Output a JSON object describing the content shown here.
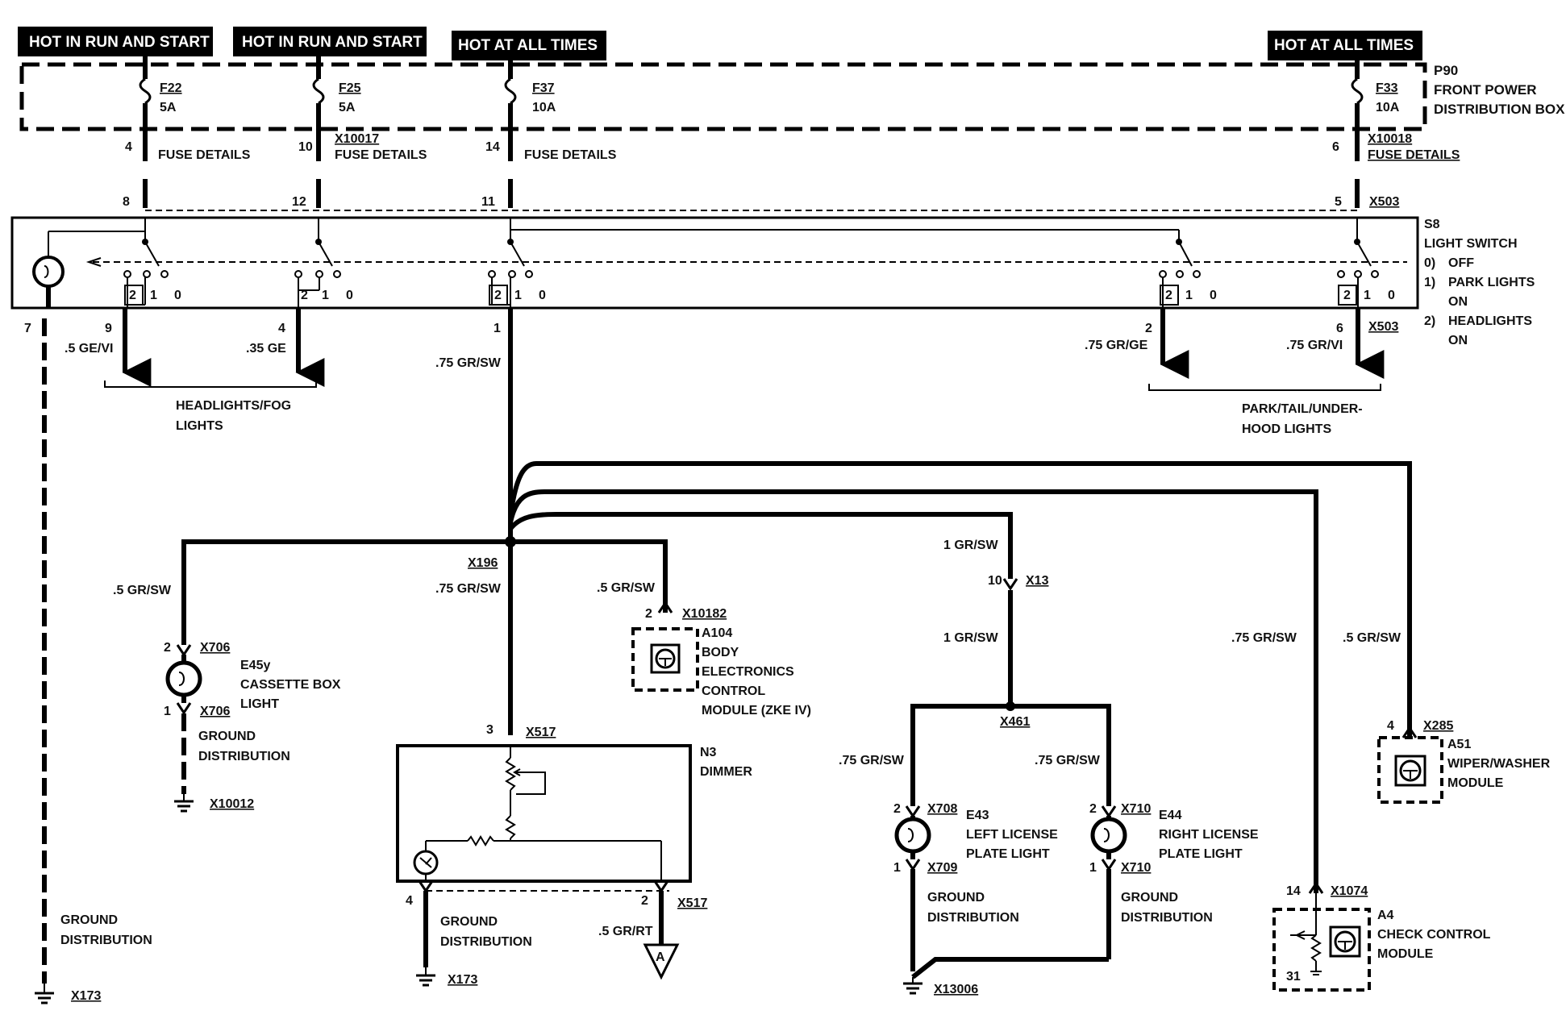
{
  "headers": [
    "HOT IN RUN AND START",
    "HOT IN RUN AND START",
    "HOT AT ALL TIMES",
    "HOT AT ALL TIMES"
  ],
  "fuse_box": {
    "id": "P90",
    "name_line1": "FRONT POWER",
    "name_line2": "DISTRIBUTION BOX",
    "fuses": [
      {
        "id": "F22",
        "rating": "5A"
      },
      {
        "id": "F25",
        "rating": "5A"
      },
      {
        "id": "F37",
        "rating": "10A"
      },
      {
        "id": "F33",
        "rating": "10A"
      }
    ]
  },
  "fuse_outputs": [
    {
      "pin": "4",
      "connector": "",
      "label": "FUSE DETAILS"
    },
    {
      "pin": "10",
      "connector": "X10017",
      "label": "FUSE DETAILS"
    },
    {
      "pin": "14",
      "connector": "",
      "label": "FUSE DETAILS"
    },
    {
      "pin": "6",
      "connector": "X10018",
      "label": "FUSE DETAILS"
    }
  ],
  "switch_inputs": [
    {
      "pin": "8"
    },
    {
      "pin": "12"
    },
    {
      "pin": "11"
    },
    {
      "pin": "5",
      "connector": "X503"
    }
  ],
  "light_switch": {
    "id": "S8",
    "name": "LIGHT SWITCH",
    "legend": [
      {
        "num": "0)",
        "text": "OFF"
      },
      {
        "num": "1)",
        "text": "PARK LIGHTS"
      },
      {
        "num": "",
        "text": "ON"
      },
      {
        "num": "2)",
        "text": "HEADLIGHTS"
      },
      {
        "num": "",
        "text": "ON"
      }
    ],
    "positions": [
      "2",
      "1",
      "0"
    ]
  },
  "switch_outputs": [
    {
      "pin": "7",
      "wire": ""
    },
    {
      "pin": "9",
      "wire": ".5 GE/VI"
    },
    {
      "pin": "4",
      "wire": ".35 GE"
    },
    {
      "pin": "1",
      "wire": ".75 GR/SW"
    },
    {
      "pin": "2",
      "wire": ".75 GR/GE"
    },
    {
      "pin": "6",
      "wire": ".75 GR/VI",
      "connector": "X503"
    }
  ],
  "groups": {
    "headlights_line1": "HEADLIGHTS/FOG",
    "headlights_line2": "LIGHTS",
    "park_line1": "PARK/TAIL/UNDER-",
    "park_line2": "HOOD LIGHTS"
  },
  "splice": {
    "id": "X196"
  },
  "branches": {
    "left_wire": ".5 GR/SW",
    "down_wire": ".75 GR/SW",
    "a104_wire": ".5 GR/SW",
    "x13_wire_top": "1 GR/SW",
    "x13_wire_bottom": "1 GR/SW",
    "x13_pin": "10",
    "x13_id": "X13",
    "a4_wire": ".75 GR/SW",
    "a51_wire": ".5 GR/SW"
  },
  "e45y": {
    "id": "E45y",
    "line1": "CASSETTE BOX",
    "line2": "LIGHT",
    "pin_top": "2",
    "conn_top": "X706",
    "pin_bot": "1",
    "conn_bot": "X706",
    "ground_line1": "GROUND",
    "ground_line2": "DISTRIBUTION",
    "ground_id": "X10012"
  },
  "a104": {
    "pin": "2",
    "connector": "X10182",
    "id": "A104",
    "line1": "BODY",
    "line2": "ELECTRONICS",
    "line3": "CONTROL",
    "line4": "MODULE (ZKE IV)"
  },
  "n3": {
    "id": "N3",
    "name": "DIMMER",
    "pin_in": "3",
    "conn_in": "X517",
    "pin_gnd": "4",
    "pin_out": "2",
    "conn_out": "X517",
    "out_wire": ".5 GR/RT",
    "out_ref": "A",
    "ground_line1": "GROUND",
    "ground_line2": "DISTRIBUTION",
    "ground_id": "X173"
  },
  "left_ground": {
    "line1": "GROUND",
    "line2": "DISTRIBUTION",
    "id": "X173"
  },
  "x461": {
    "id": "X461",
    "left_wire": ".75 GR/SW",
    "right_wire": ".75 GR/SW"
  },
  "e43": {
    "id": "E43",
    "line1": "LEFT LICENSE",
    "line2": "PLATE LIGHT",
    "pin_top": "2",
    "conn_top": "X708",
    "pin_bot": "1",
    "conn_bot": "X709",
    "ground_line1": "GROUND",
    "ground_line2": "DISTRIBUTION"
  },
  "e44": {
    "id": "E44",
    "line1": "RIGHT LICENSE",
    "line2": "PLATE LIGHT",
    "pin_top": "2",
    "conn_top": "X710",
    "pin_bot": "1",
    "conn_bot": "X710",
    "ground_line1": "GROUND",
    "ground_line2": "DISTRIBUTION"
  },
  "ground_x13006": {
    "id": "X13006"
  },
  "a4": {
    "pin": "14",
    "connector": "X1074",
    "pin_gnd": "31",
    "id": "A4",
    "line1": "CHECK CONTROL",
    "line2": "MODULE"
  },
  "a51": {
    "pin": "4",
    "connector": "X285",
    "id": "A51",
    "line1": "WIPER/WASHER",
    "line2": "MODULE"
  }
}
